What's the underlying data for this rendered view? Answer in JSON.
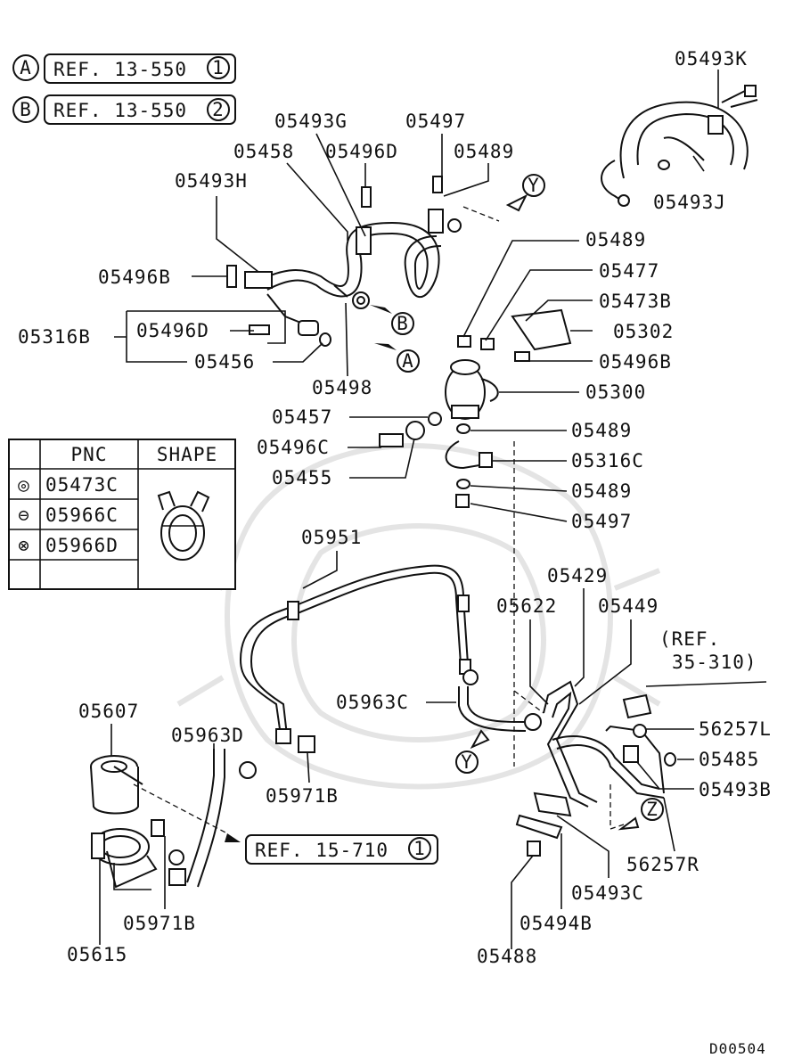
{
  "diagram_code": "D00504",
  "refs": [
    {
      "letter": "A",
      "text": "REF. 13-550",
      "num": "1"
    },
    {
      "letter": "B",
      "text": "REF. 13-550",
      "num": "2"
    },
    {
      "text": "REF. 15-710",
      "num": "1"
    }
  ],
  "ref_35_310": {
    "line1": "(REF.",
    "line2": "35-310)"
  },
  "view_markers": [
    "Y",
    "Y",
    "Z",
    "A",
    "B"
  ],
  "legend": {
    "headers": [
      "PNC",
      "SHAPE"
    ],
    "rows": [
      {
        "symbol": "◎",
        "pnc": "05473C"
      },
      {
        "symbol": "⊖",
        "pnc": "05966C"
      },
      {
        "symbol": "⊗",
        "pnc": "05966D"
      }
    ]
  },
  "labels": [
    "05493K",
    "05493J",
    "05493G",
    "05497",
    "05458",
    "05496D",
    "05489",
    "05493H",
    "05496B",
    "05316B",
    "05496D",
    "05456",
    "05498",
    "05489",
    "05477",
    "05473B",
    "05302",
    "05496B",
    "05300",
    "05457",
    "05489",
    "05496C",
    "05316C",
    "05455",
    "05489",
    "05497",
    "05951",
    "05429",
    "05622",
    "05449",
    "05963C",
    "56257L",
    "05485",
    "05493B",
    "05607",
    "05963D",
    "05971B",
    "56257R",
    "05493C",
    "05971B",
    "05494B",
    "05615",
    "05488"
  ]
}
